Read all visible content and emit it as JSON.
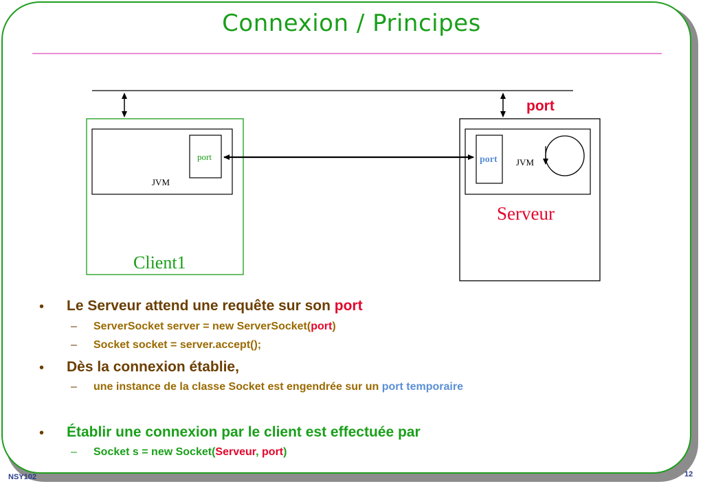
{
  "slide": {
    "title": "Connexion / Principes",
    "footer_left": "NSY102",
    "page_number": "12"
  },
  "diagram": {
    "client_port_label": "port",
    "client_jvm_label": "JVM",
    "client_label": "Client1",
    "server_port_label": "port",
    "server_jvm_label": "JVM",
    "server_label": "Serveur",
    "top_port_label": "port"
  },
  "bullets": {
    "b1_text": "Le Serveur attend une requête sur son ",
    "b1_highlight": "port",
    "b1_sub1_text": "ServerSocket server = new ServerSocket(",
    "b1_sub1_highlight": "port",
    "b1_sub1_close": ")",
    "b1_sub2_text": "Socket socket = server.accept();",
    "b2_text": "Dès la connexion établie,",
    "b2_sub1_text": "une instance de la classe Socket est engendrée sur un ",
    "b2_sub1_highlight": "port temporaire",
    "b3_text": "Établir une connexion par le client est effectuée par",
    "b3_sub1_text": "Socket s = new Socket(",
    "b3_sub1_server": "Serveur",
    "b3_sub1_sep": ", ",
    "b3_sub1_port": "port",
    "b3_sub1_close": ")",
    "bullet_glyph": "•",
    "dash_glyph": "–"
  }
}
